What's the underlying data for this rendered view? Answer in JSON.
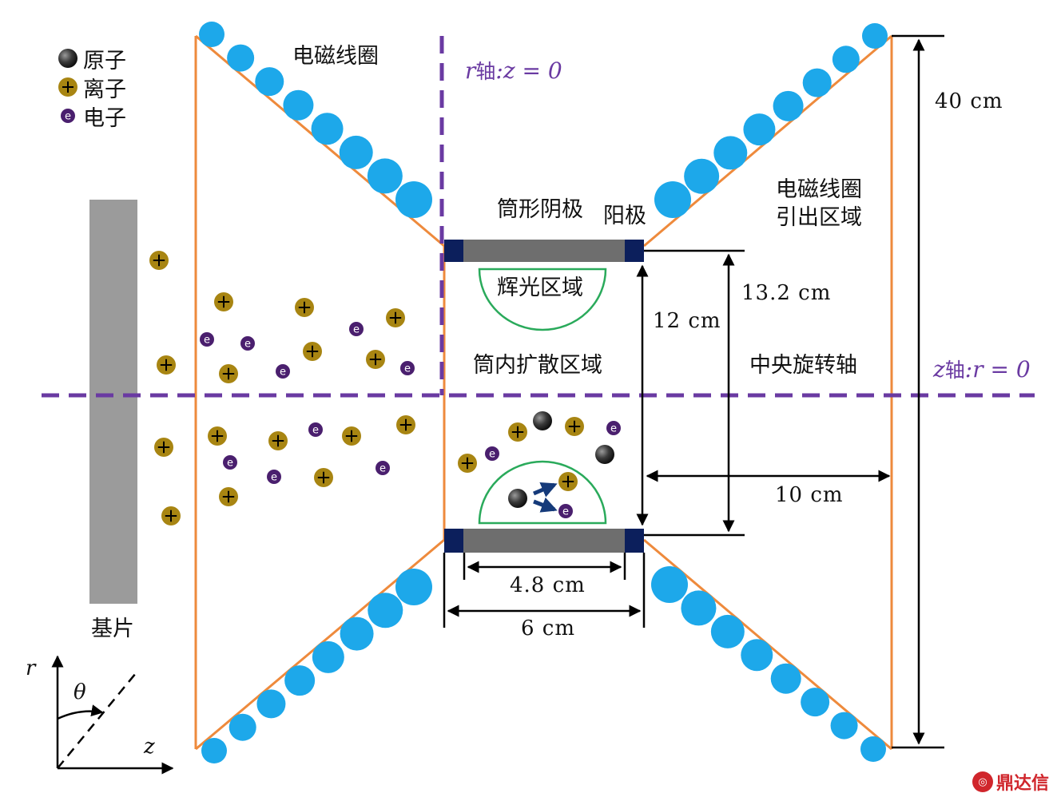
{
  "legend": [
    {
      "kind": "atom",
      "label": "原子"
    },
    {
      "kind": "ion",
      "label": "离子"
    },
    {
      "kind": "electron",
      "label": "电子"
    }
  ],
  "labels": {
    "coil_top": "电磁线圈",
    "coil_exit_line1": "电磁线圈",
    "coil_exit_line2": "引出区域",
    "cathode": "筒形阴极",
    "anode": "阳极",
    "glow": "辉光区域",
    "diffusion": "筒内扩散区域",
    "central_axis": "中央旋转轴",
    "substrate": "基片"
  },
  "axes": {
    "r_axis": {
      "var": "r",
      "cn": "轴",
      "eq": ":z = 0"
    },
    "z_axis": {
      "var": "z",
      "cn": "轴",
      "eq": ":r = 0"
    }
  },
  "dimensions": {
    "height_total": "40 cm",
    "outer_diameter": "13.2 cm",
    "inner_diameter": "12 cm",
    "exit_length": "10 cm",
    "cathode_length": "4.8 cm",
    "tube_length": "6 cm"
  },
  "coords": {
    "r": "r",
    "theta": "θ",
    "z": "z"
  },
  "symbols": {
    "ion": "+",
    "electron": "e"
  },
  "colors": {
    "coil": "#1da8ea",
    "frame": "#ee8a3c",
    "axis_dash": "#6a3aa2",
    "substrate": "#9b9b9b",
    "cathode": "#6e6e6e",
    "anode_cap": "#0c1f5c",
    "glow": "#2aaa5b",
    "ion": "#a88512",
    "electron": "#4a1f6e",
    "atom": "#2a2a2a"
  },
  "watermark": "鼎达信"
}
